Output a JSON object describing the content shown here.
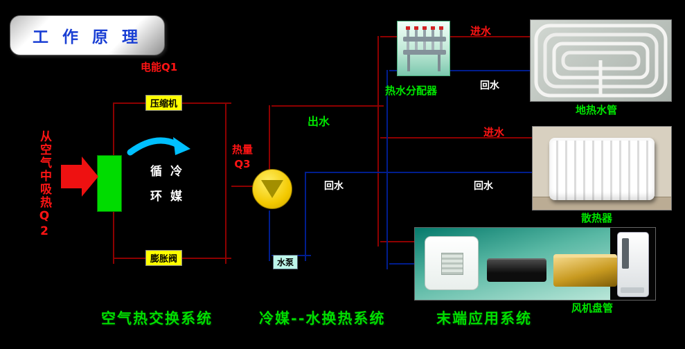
{
  "title": "工 作 原 理",
  "labels": {
    "electric": "电能Q1",
    "compressor": "压缩机",
    "expansion_valve": "膨胀阀",
    "absorb_heat": "从空气中吸热Q2",
    "refrigerant_row1": "循冷",
    "refrigerant_row2": "环媒",
    "heat": "热量",
    "heat_q": "Q3",
    "water_out": "出水",
    "water_pump": "水泵",
    "return_left": "回水",
    "inlet_top": "进水",
    "return_top": "回水",
    "inlet_mid": "进水",
    "return_mid": "回水",
    "distributor": "热水分配器",
    "floor_pipes": "地热水管",
    "radiator": "散热器",
    "fan_coil": "风机盘管"
  },
  "systems": [
    {
      "label": "空气热交换系统"
    },
    {
      "label": "冷媒--水换热系统"
    },
    {
      "label": "末端应用系统"
    }
  ],
  "colors": {
    "hot_pipe": "#f20000",
    "cold_pipe": "#0040ff",
    "system_green": "#00dd00",
    "tag_yellow": "#ffff00",
    "pump_yellow": "#f3c900",
    "arrow_cyan": "#00c0ff",
    "title_blue": "#1a3fd4",
    "evaporator_green": "#00dc00"
  }
}
